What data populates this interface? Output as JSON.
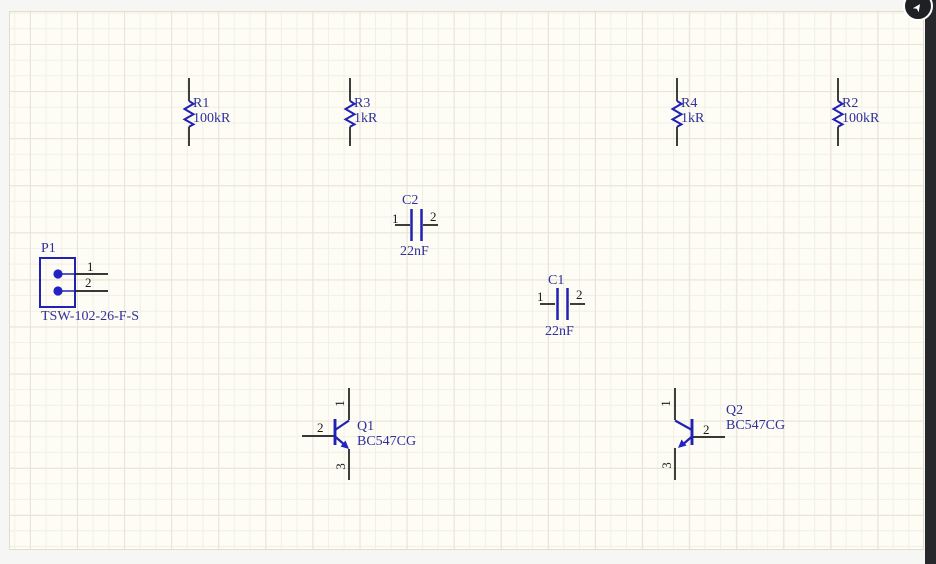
{
  "canvas": {
    "corner_button": {
      "icon": "cursor-arrow-icon",
      "glyph": "➤"
    }
  },
  "components": {
    "p1": {
      "designator": "P1",
      "value": "TSW-102-26-F-S",
      "pins": {
        "p1": "1",
        "p2": "2"
      }
    },
    "r1": {
      "designator": "R1",
      "value": "100kR"
    },
    "r3": {
      "designator": "R3",
      "value": "1kR"
    },
    "r4": {
      "designator": "R4",
      "value": "1kR"
    },
    "r2": {
      "designator": "R2",
      "value": "100kR"
    },
    "c2": {
      "designator": "C2",
      "value": "22nF",
      "pins": {
        "p1": "1",
        "p2": "2"
      }
    },
    "c1": {
      "designator": "C1",
      "value": "22nF",
      "pins": {
        "p1": "1",
        "p2": "2"
      }
    },
    "q1": {
      "designator": "Q1",
      "value": "BC547CG",
      "pins": {
        "collector": "1",
        "base": "2",
        "emitter": "3"
      }
    },
    "q2": {
      "designator": "Q2",
      "value": "BC547CG",
      "pins": {
        "collector": "1",
        "base": "2",
        "emitter": "3"
      }
    }
  },
  "colors": {
    "symbol_blue": "#2121b5",
    "text_navy": "#30309a",
    "wire_black": "#1c1c1c",
    "sheet_background": "#fdfcf5",
    "side_bar": "#27282c"
  }
}
